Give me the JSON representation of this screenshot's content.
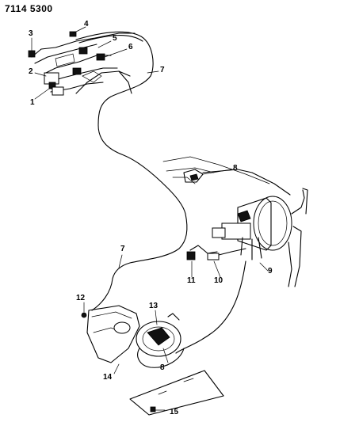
{
  "header": {
    "part_number": "7114 5300"
  },
  "callouts": [
    {
      "id": "c1",
      "text": "1"
    },
    {
      "id": "c2",
      "text": "2"
    },
    {
      "id": "c3",
      "text": "3"
    },
    {
      "id": "c4",
      "text": "4"
    },
    {
      "id": "c5",
      "text": "5"
    },
    {
      "id": "c6",
      "text": "6"
    },
    {
      "id": "c7a",
      "text": "7"
    },
    {
      "id": "c7b",
      "text": "7"
    },
    {
      "id": "c8a",
      "text": "8"
    },
    {
      "id": "c8b",
      "text": "8"
    },
    {
      "id": "c9",
      "text": "9"
    },
    {
      "id": "c10",
      "text": "10"
    },
    {
      "id": "c11",
      "text": "11"
    },
    {
      "id": "c12",
      "text": "12"
    },
    {
      "id": "c13",
      "text": "13"
    },
    {
      "id": "c14",
      "text": "14"
    },
    {
      "id": "c15",
      "text": "15"
    }
  ]
}
